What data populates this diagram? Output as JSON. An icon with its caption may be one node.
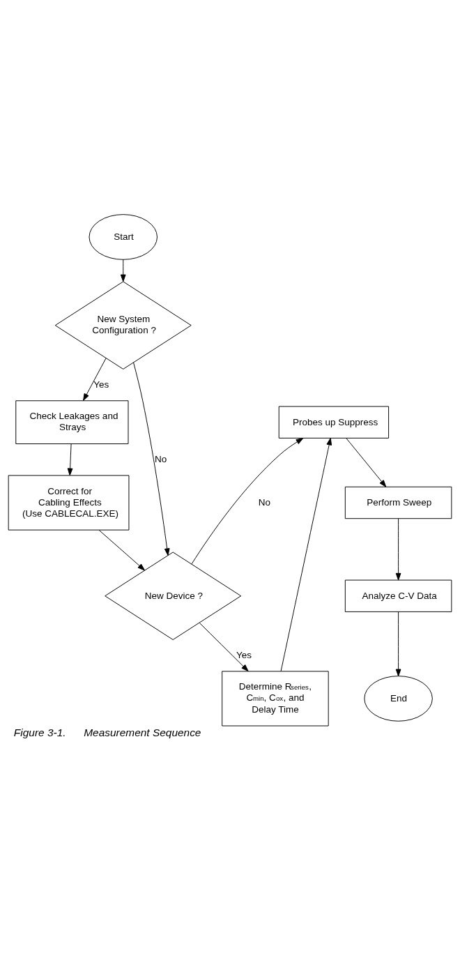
{
  "diagram": {
    "caption": "Figure 3-1.      Measurement Sequence",
    "nodes": [
      {
        "text": [
          "Start"
        ]
      },
      {
        "text": [
          "New System Configuration ?"
        ]
      },
      {
        "text": [
          "Check Leakages and Strays"
        ]
      },
      {
        "text": [
          "Correct for Cabling Effects (Use CABLECAL.EXE)"
        ]
      },
      {
        "text": [
          "New Device ?"
        ]
      },
      {
        "text": [
          "Determine R$_{series}$, C$_{min}$, C$_{ox}$, and Delay Time"
        ]
      },
      {
        "text": [
          "Probes up Suppress"
        ]
      },
      {
        "text": [
          "Perform Sweep"
        ]
      },
      {
        "text": [
          "Analyze C-V Data"
        ]
      },
      {
        "text": [
          "End"
        ]
      }
    ],
    "edges": [
      {
        "from": 0,
        "to": 1,
        "arrow": "to"
      },
      {
        "from": 1,
        "to": 2,
        "arrow": "to",
        "label": "Yes"
      },
      {
        "from": 2,
        "to": 3,
        "arrow": "to"
      },
      {
        "from": 1,
        "to": 4,
        "arrow": "to",
        "label": "No"
      },
      {
        "from": 3,
        "to": 4,
        "arrow": "to"
      },
      {
        "from": 4,
        "to": 5,
        "arrow": "to",
        "label": "Yes"
      },
      {
        "from": 4,
        "to": 6,
        "arrow": "to",
        "label": "No"
      },
      {
        "from": 5,
        "to": 6,
        "arrow": "to"
      },
      {
        "from": 6,
        "to": 7,
        "arrow": "to"
      },
      {
        "from": 7,
        "to": 8,
        "arrow": "to"
      },
      {
        "from": 8,
        "to": 9,
        "arrow": "to"
      }
    ]
  }
}
